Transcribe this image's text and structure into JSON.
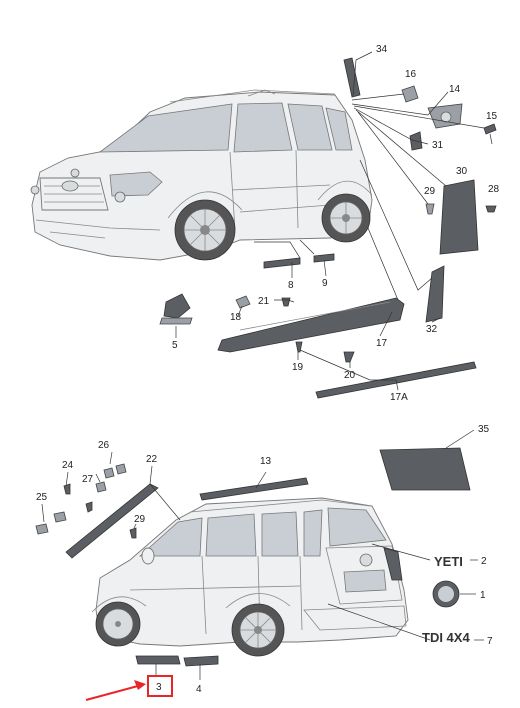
{
  "callouts_upper": [
    "34",
    "16",
    "14",
    "15",
    "31",
    "30",
    "29",
    "28",
    "8",
    "9",
    "21",
    "18",
    "5",
    "17",
    "32",
    "19",
    "20",
    "17A"
  ],
  "callouts_lower": [
    "35",
    "13",
    "26",
    "24",
    "27",
    "22",
    "25",
    "29",
    "2",
    "1",
    "7",
    "3",
    "4"
  ],
  "badges": {
    "yeti": "YETI",
    "tdi": "TDI 4X4"
  },
  "highlight": {
    "callout": "3",
    "color": "#e8262a"
  },
  "colors": {
    "part_dark": "#5b5f64",
    "body_light": "#eef0f2",
    "line": "#777777"
  }
}
